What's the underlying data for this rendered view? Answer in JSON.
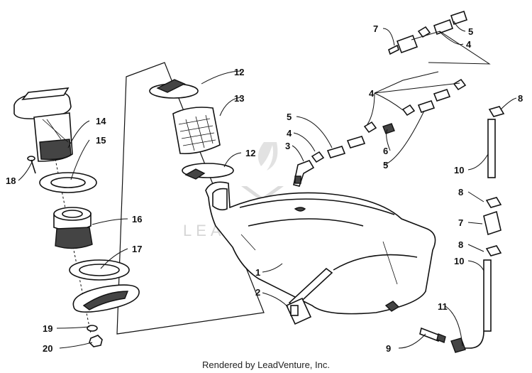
{
  "callouts": {
    "c1": "1",
    "c2": "2",
    "c3": "3",
    "c4a": "4",
    "c4b": "4",
    "c4c": "4",
    "c5a": "5",
    "c5b": "5",
    "c5c": "5",
    "c6": "6",
    "c7a": "7",
    "c7b": "7",
    "c8a": "8",
    "c8b": "8",
    "c8c": "8",
    "c9": "9",
    "c10a": "10",
    "c10b": "10",
    "c11": "11",
    "c12a": "12",
    "c12b": "12",
    "c13": "13",
    "c14": "14",
    "c15": "15",
    "c16": "16",
    "c17": "17",
    "c18": "18",
    "c19": "19",
    "c20": "20"
  },
  "watermark": "LEADVENTURE",
  "footer": "Rendered by LeadVenture, Inc.",
  "colors": {
    "ink": "#111111",
    "watermark": "#d6d6d6",
    "background": "#ffffff"
  }
}
